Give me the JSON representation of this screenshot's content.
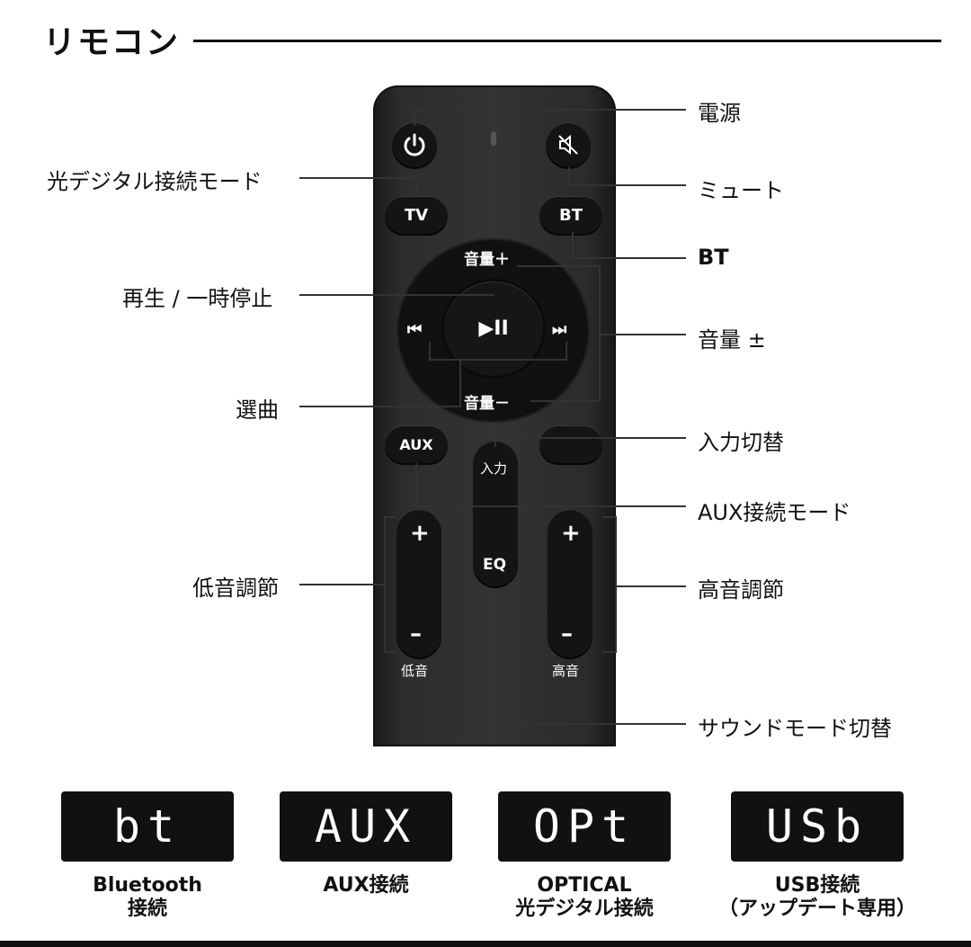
{
  "title": "リモコン",
  "remote": {
    "btn_tv": "TV",
    "btn_bt": "BT",
    "vol_up": "音量＋",
    "vol_down": "音量－",
    "prev": "⏮",
    "playpause": "▶II",
    "next": "⏭",
    "btn_aux": "AUX",
    "input": "入力",
    "eq": "EQ",
    "plus": "+",
    "minus": "–",
    "bass": "低音",
    "treble": "高音"
  },
  "callouts": {
    "power": "電源",
    "mute": "ミュート",
    "bt": "BT",
    "volume": "音量 ±",
    "input_switch": "入力切替",
    "aux_mode": "AUX接続モード",
    "treble_adjust": "高音調節",
    "sound_mode": "サウンドモード切替",
    "optical_mode": "光デジタル接続モード",
    "play_pause": "再生 / 一時停止",
    "track_select": "選曲",
    "bass_adjust": "低音調節"
  },
  "displays": [
    {
      "screen": "bt",
      "caption_line1": "Bluetooth",
      "caption_line2": "接続"
    },
    {
      "screen": "AUX",
      "caption_line1": "AUX接続",
      "caption_line2": ""
    },
    {
      "screen": "OPt",
      "caption_line1": "OPTICAL",
      "caption_line2": "光デジタル接続"
    },
    {
      "screen": "USb",
      "caption_line1": "USB接続",
      "caption_line2": "（アップデート専用）"
    }
  ]
}
